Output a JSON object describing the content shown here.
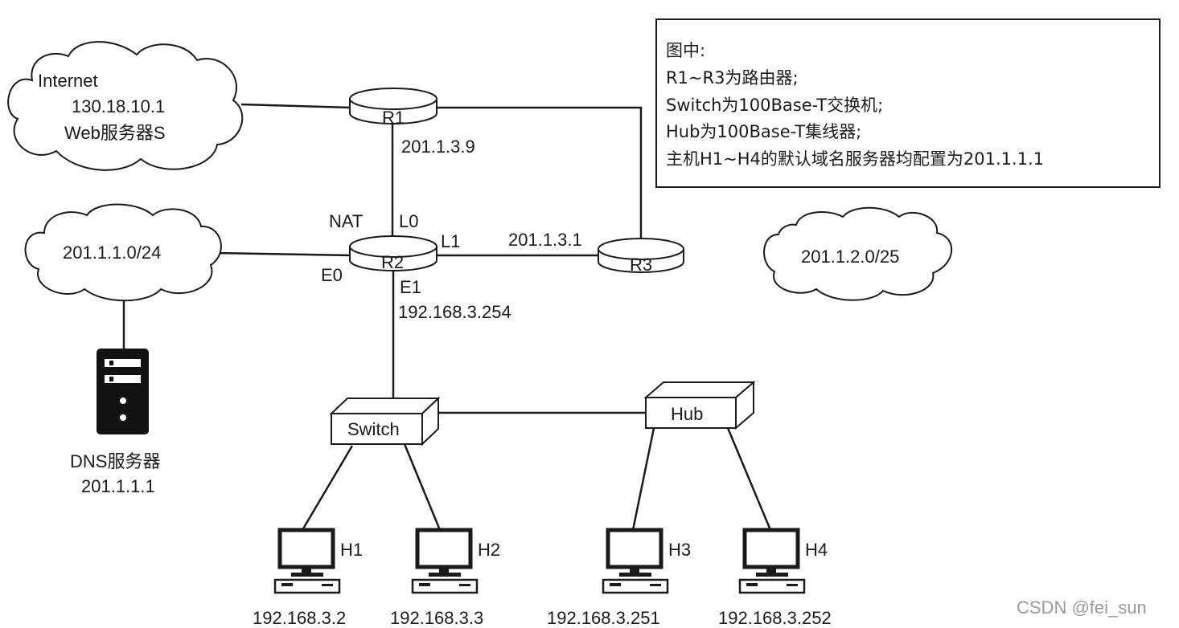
{
  "clouds": {
    "internet": {
      "label": "Internet",
      "ip": "130.18.10.1",
      "server": "Web服务器S"
    },
    "lan1": {
      "label": "201.1.1.0/24"
    },
    "lan2": {
      "label": "201.1.2.0/25"
    }
  },
  "routers": {
    "r1": {
      "label": "R1",
      "ip": "201.1.3.9"
    },
    "r2": {
      "label": "R2",
      "nat": "NAT",
      "l0": "L0",
      "l1": "L1",
      "e0": "E0",
      "e1": "E1",
      "e1_ip": "192.168.3.254"
    },
    "r3": {
      "label": "R3",
      "ip": "201.1.3.1"
    }
  },
  "dns": {
    "label": "DNS服务器",
    "ip": "201.1.1.1"
  },
  "switch": {
    "label": "Switch"
  },
  "hub": {
    "label": "Hub"
  },
  "hosts": [
    {
      "name": "H1",
      "ip": "192.168.3.2"
    },
    {
      "name": "H2",
      "ip": "192.168.3.3"
    },
    {
      "name": "H3",
      "ip": "192.168.3.251"
    },
    {
      "name": "H4",
      "ip": "192.168.3.252"
    }
  ],
  "notes": {
    "title": "图中:",
    "lines": [
      "R1~R3为路由器;",
      "Switch为100Base-T交换机;",
      "Hub为100Base-T集线器;",
      "主机H1~H4的默认域名服务器均配置为201.1.1.1"
    ]
  },
  "watermark": "CSDN @fei_sun"
}
